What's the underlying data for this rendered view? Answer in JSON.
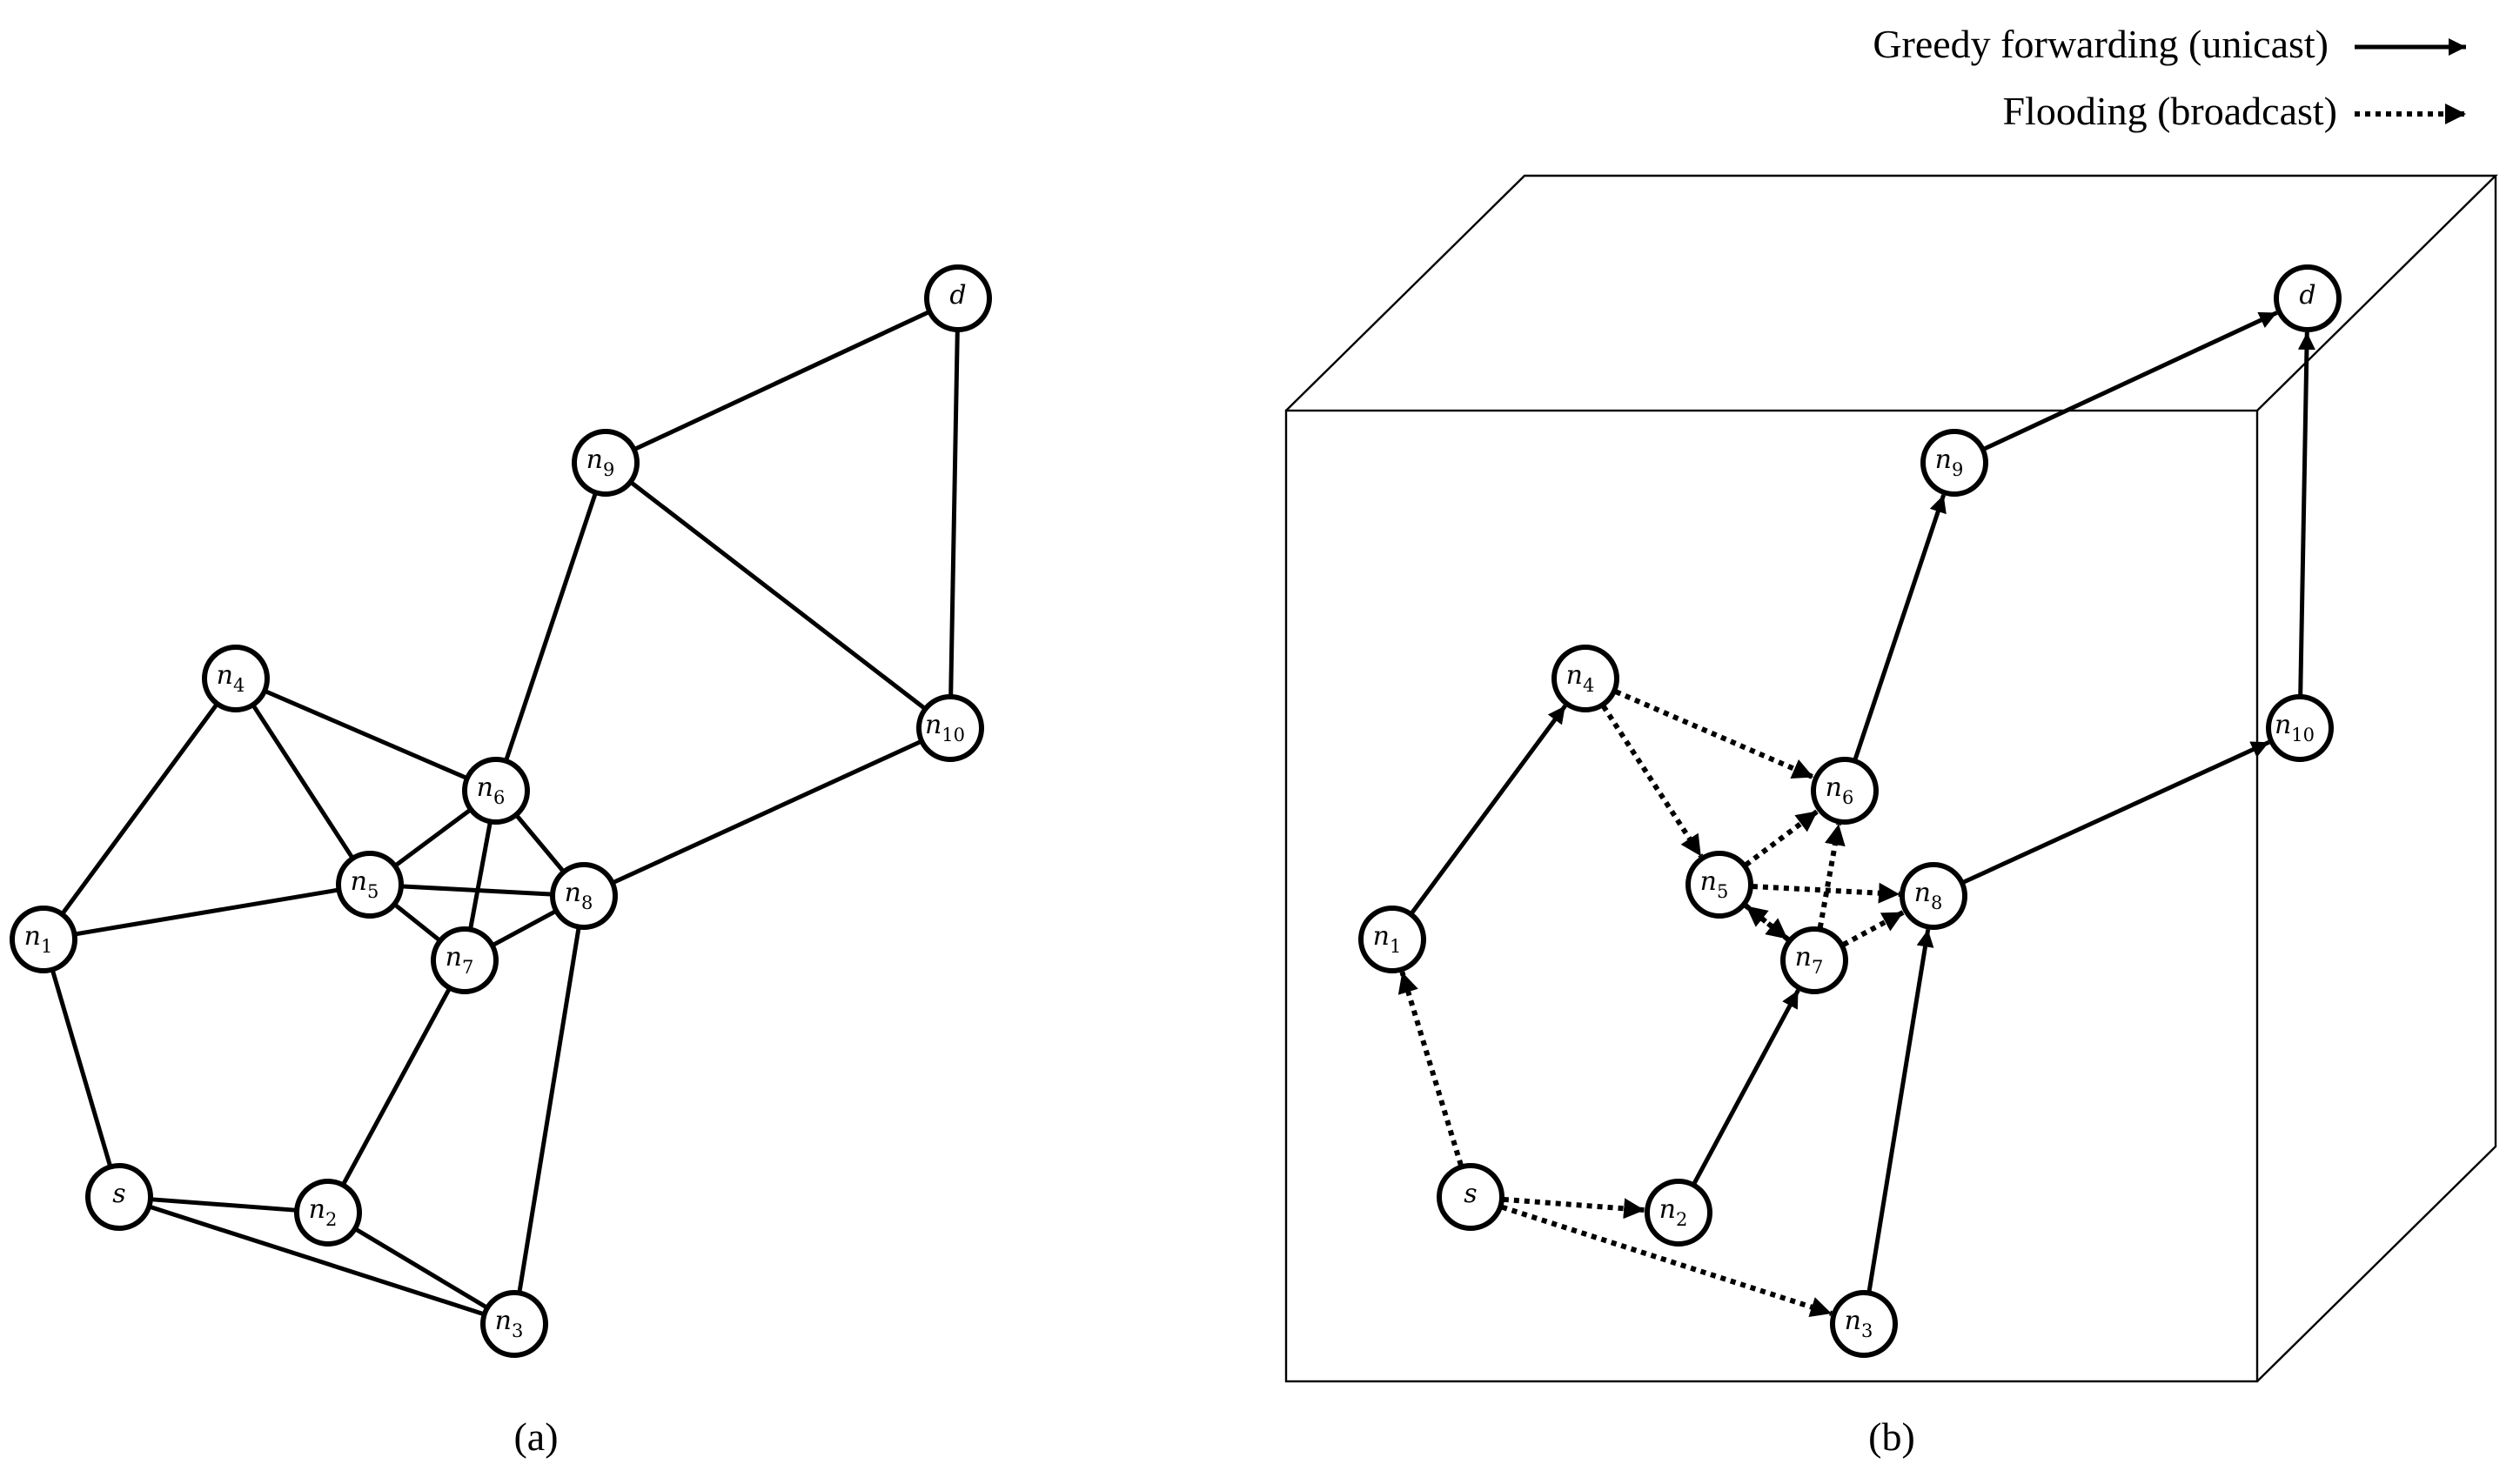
{
  "legend": {
    "unicast_label": "Greedy forwarding (unicast)",
    "broadcast_label": "Flooding (broadcast)"
  },
  "captions": {
    "a": "(a)",
    "b": "(b)"
  },
  "nodes": [
    {
      "id": "d",
      "label": "d",
      "sub": ""
    },
    {
      "id": "n9",
      "label": "n",
      "sub": "9"
    },
    {
      "id": "n10",
      "label": "n",
      "sub": "10"
    },
    {
      "id": "n4",
      "label": "n",
      "sub": "4"
    },
    {
      "id": "n6",
      "label": "n",
      "sub": "6"
    },
    {
      "id": "n5",
      "label": "n",
      "sub": "5"
    },
    {
      "id": "n8",
      "label": "n",
      "sub": "8"
    },
    {
      "id": "n1",
      "label": "n",
      "sub": "1"
    },
    {
      "id": "n7",
      "label": "n",
      "sub": "7"
    },
    {
      "id": "s",
      "label": "s",
      "sub": ""
    },
    {
      "id": "n2",
      "label": "n",
      "sub": "2"
    },
    {
      "id": "n3",
      "label": "n",
      "sub": "3"
    }
  ],
  "graph_a_edges": [
    [
      "d",
      "n9"
    ],
    [
      "d",
      "n10"
    ],
    [
      "n9",
      "n10"
    ],
    [
      "n9",
      "n6"
    ],
    [
      "n10",
      "n8"
    ],
    [
      "n4",
      "n1"
    ],
    [
      "n4",
      "n5"
    ],
    [
      "n4",
      "n6"
    ],
    [
      "n1",
      "n5"
    ],
    [
      "n1",
      "s"
    ],
    [
      "n5",
      "n6"
    ],
    [
      "n5",
      "n8"
    ],
    [
      "n5",
      "n7"
    ],
    [
      "n6",
      "n7"
    ],
    [
      "n6",
      "n8"
    ],
    [
      "n7",
      "n8"
    ],
    [
      "n7",
      "n2"
    ],
    [
      "n8",
      "n3"
    ],
    [
      "s",
      "n2"
    ],
    [
      "s",
      "n3"
    ],
    [
      "n2",
      "n3"
    ]
  ],
  "graph_b_edges": [
    {
      "from": "s",
      "to": "n1",
      "kind": "broadcast"
    },
    {
      "from": "s",
      "to": "n2",
      "kind": "broadcast"
    },
    {
      "from": "s",
      "to": "n3",
      "kind": "broadcast"
    },
    {
      "from": "n1",
      "to": "n4",
      "kind": "unicast"
    },
    {
      "from": "n4",
      "to": "n6",
      "kind": "broadcast"
    },
    {
      "from": "n4",
      "to": "n5",
      "kind": "broadcast"
    },
    {
      "from": "n5",
      "to": "n6",
      "kind": "broadcast"
    },
    {
      "from": "n5",
      "to": "n8",
      "kind": "broadcast"
    },
    {
      "from": "n5",
      "to": "n7",
      "kind": "broadcast"
    },
    {
      "from": "n7",
      "to": "n5",
      "kind": "broadcast"
    },
    {
      "from": "n7",
      "to": "n6",
      "kind": "broadcast"
    },
    {
      "from": "n7",
      "to": "n8",
      "kind": "broadcast"
    },
    {
      "from": "n2",
      "to": "n7",
      "kind": "unicast"
    },
    {
      "from": "n3",
      "to": "n8",
      "kind": "unicast"
    },
    {
      "from": "n6",
      "to": "n9",
      "kind": "unicast"
    },
    {
      "from": "n8",
      "to": "n10",
      "kind": "unicast"
    },
    {
      "from": "n9",
      "to": "d",
      "kind": "unicast"
    },
    {
      "from": "n10",
      "to": "d",
      "kind": "unicast"
    }
  ]
}
